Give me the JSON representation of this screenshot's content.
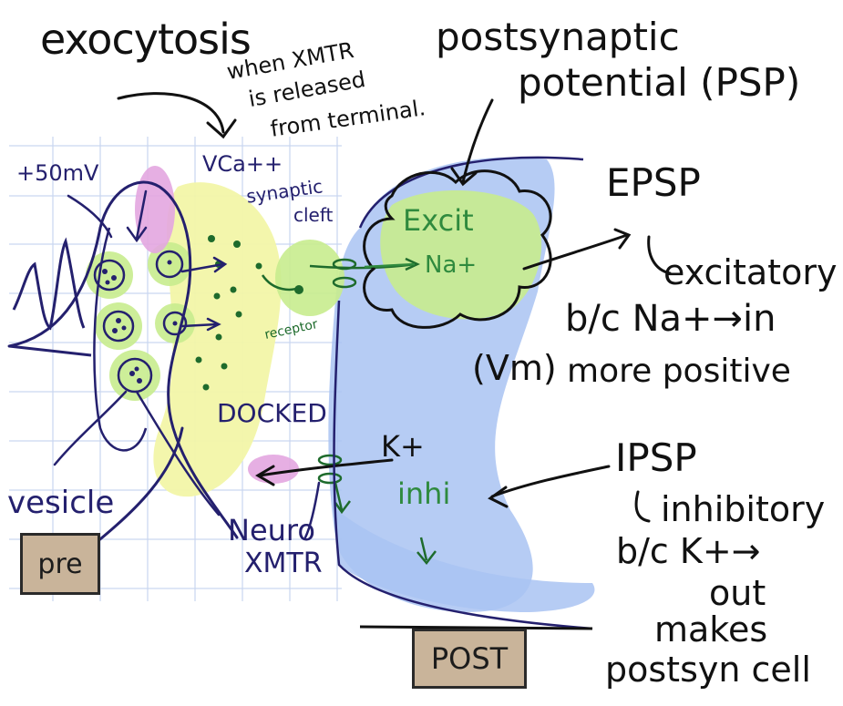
{
  "labels": {
    "exocytosis": "exocytosis",
    "when_xmtr": "when XMTR",
    "is_released": "is released",
    "from_terminal": "from terminal.",
    "psp_line1": "postsynaptic",
    "psp_line2": "potential (PSP)",
    "plus50mv": "+50mV",
    "vca": "VCa++",
    "synaptic": "synaptic",
    "cleft": "cleft",
    "excit": "Excit",
    "nat": "Na+",
    "epsp": "EPSP",
    "excitatory": "excitatory",
    "bc_na_in": "b/c Na+→in",
    "vm": "(Vm)",
    "more_positive": "more positive",
    "receptor": "receptor",
    "docked": "DOCKED",
    "kplus": "K+",
    "inhi": "inhi",
    "ipsp": "IPSP",
    "inhibitory": "inhibitory",
    "bc_k_out": "b/c K+→",
    "out": "out",
    "makes": "makes",
    "postsyn_cell": "postsyn cell",
    "vesicle": "vesicle",
    "neuro": "Neuro",
    "xmtr": "XMTR",
    "pre": "pre",
    "post": "POST"
  },
  "colors": {
    "ink_black": "#111111",
    "ink_navy": "#24206e",
    "ink_green": "#2f8a3e",
    "highlight_yellow": "#f2f5a8",
    "highlight_green": "#c8ec8e",
    "highlight_blue": "#a9c3f2",
    "highlight_pink": "#e3a6e0",
    "grid_blue": "#c9d6f0",
    "box_tan": "#c9b49a"
  }
}
